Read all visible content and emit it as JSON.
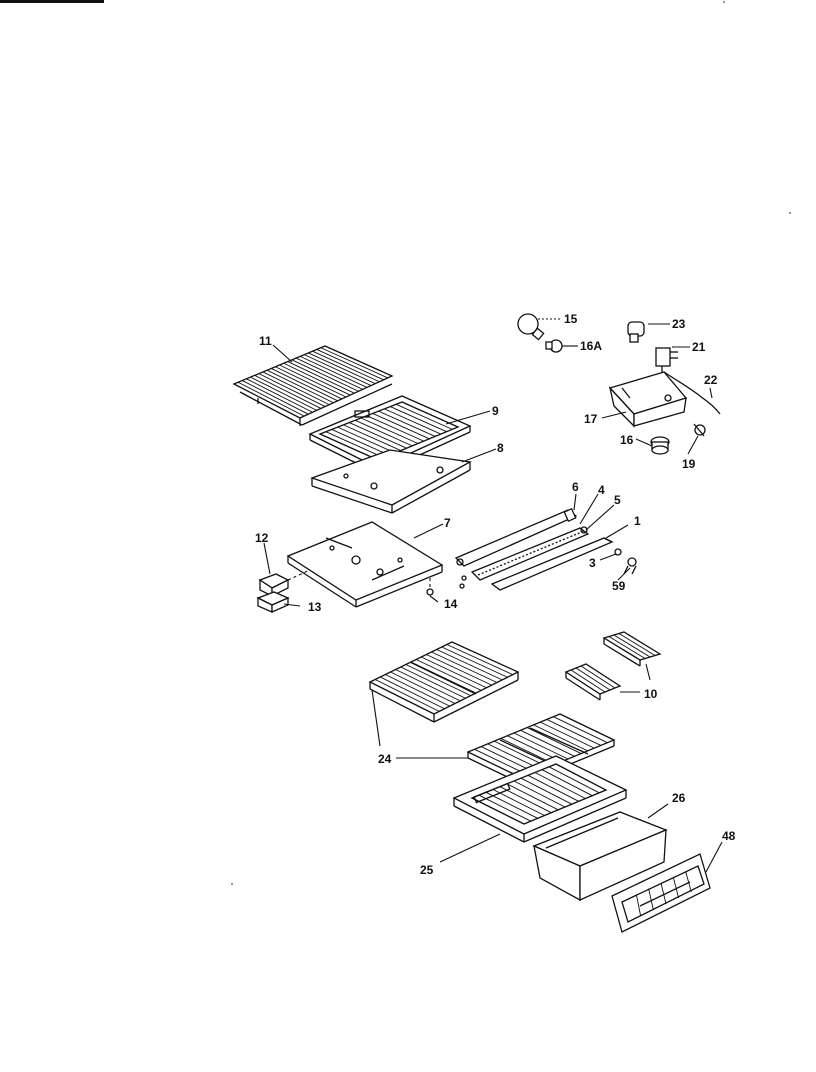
{
  "diagram": {
    "type": "exploded parts diagram",
    "callouts": {
      "p1": "1",
      "p3": "3",
      "p4": "4",
      "p5": "5",
      "p6": "6",
      "p7": "7",
      "p8": "8",
      "p9": "9",
      "p10": "10",
      "p11": "11",
      "p12": "12",
      "p13": "13",
      "p14": "14",
      "p15": "15",
      "p16a": "16A",
      "p16": "16",
      "p17": "17",
      "p19": "19",
      "p21": "21",
      "p22": "22",
      "p23": "23",
      "p24": "24",
      "p25": "25",
      "p26": "26",
      "p48": "48",
      "p59": "59"
    }
  },
  "colors": {
    "ink": "#111111",
    "paper": "#ffffff"
  }
}
